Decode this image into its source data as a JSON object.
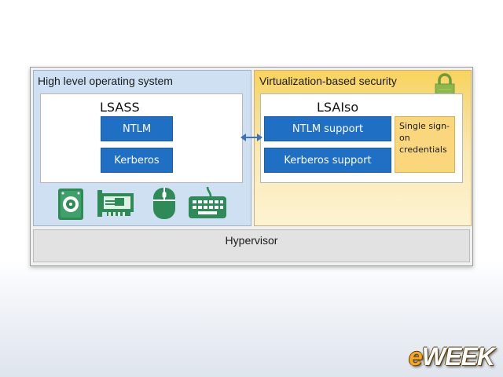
{
  "left_panel": {
    "title": "High level operating system",
    "inner_title": "LSASS",
    "boxes": [
      "NTLM",
      "Kerberos"
    ],
    "icons": [
      "hard-drive-icon",
      "network-card-icon",
      "mouse-icon",
      "keyboard-icon"
    ]
  },
  "right_panel": {
    "title": "Virtualization-based security",
    "inner_title": "LSAIso",
    "boxes": [
      "NTLM support",
      "Kerberos support"
    ],
    "side_box": {
      "line1": "Single sign-",
      "line2": "on",
      "line3": "credentials"
    },
    "icon": "padlock-icon"
  },
  "bottom_bar": {
    "label": "Hypervisor"
  },
  "logo": {
    "e": "e",
    "rest": "WEEK"
  },
  "colors": {
    "blue_box": "#1f6fc5",
    "icon_green": "#2e8b57",
    "left_panel_bg": "#cfe0f2",
    "right_panel_bg": "#f9d35a"
  }
}
